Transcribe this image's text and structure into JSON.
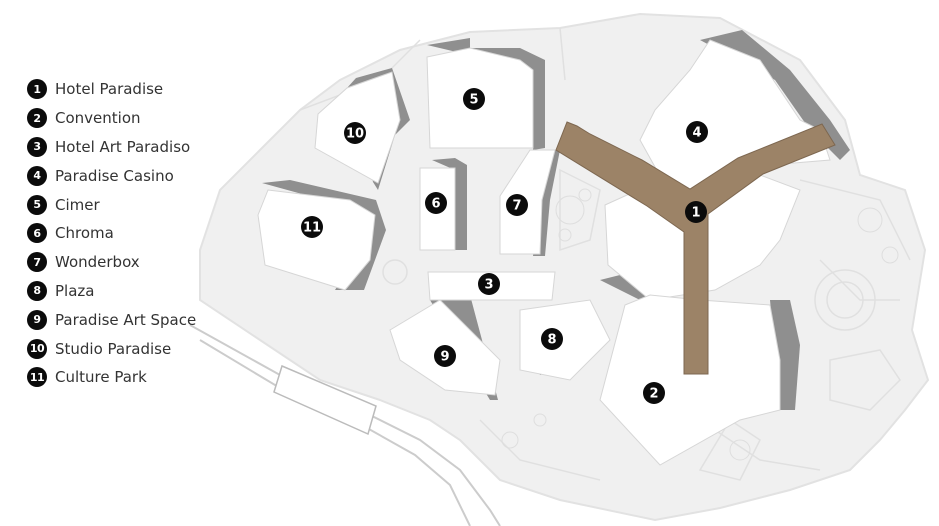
{
  "legend": {
    "items": [
      {
        "num": "1",
        "label": "Hotel Paradise"
      },
      {
        "num": "2",
        "label": "Convention"
      },
      {
        "num": "3",
        "label": "Hotel Art Paradiso"
      },
      {
        "num": "4",
        "label": "Paradise Casino"
      },
      {
        "num": "5",
        "label": "Cimer"
      },
      {
        "num": "6",
        "label": "Chroma"
      },
      {
        "num": "7",
        "label": "Wonderbox"
      },
      {
        "num": "8",
        "label": "Plaza"
      },
      {
        "num": "9",
        "label": "Paradise Art Space"
      },
      {
        "num": "10",
        "label": "Studio Paradise"
      },
      {
        "num": "11",
        "label": "Culture Park"
      }
    ]
  },
  "markers": [
    "1",
    "2",
    "3",
    "4",
    "5",
    "6",
    "7",
    "8",
    "9",
    "10",
    "11"
  ],
  "colors": {
    "ground": "#f0f0f0",
    "ground_outline": "#e3e3e3",
    "building": "#ffffff",
    "shadow": "#8f8f8f",
    "hotel_wing": "#9c8367",
    "marker": "#0b0b0b",
    "road": "#cfcfcf"
  }
}
